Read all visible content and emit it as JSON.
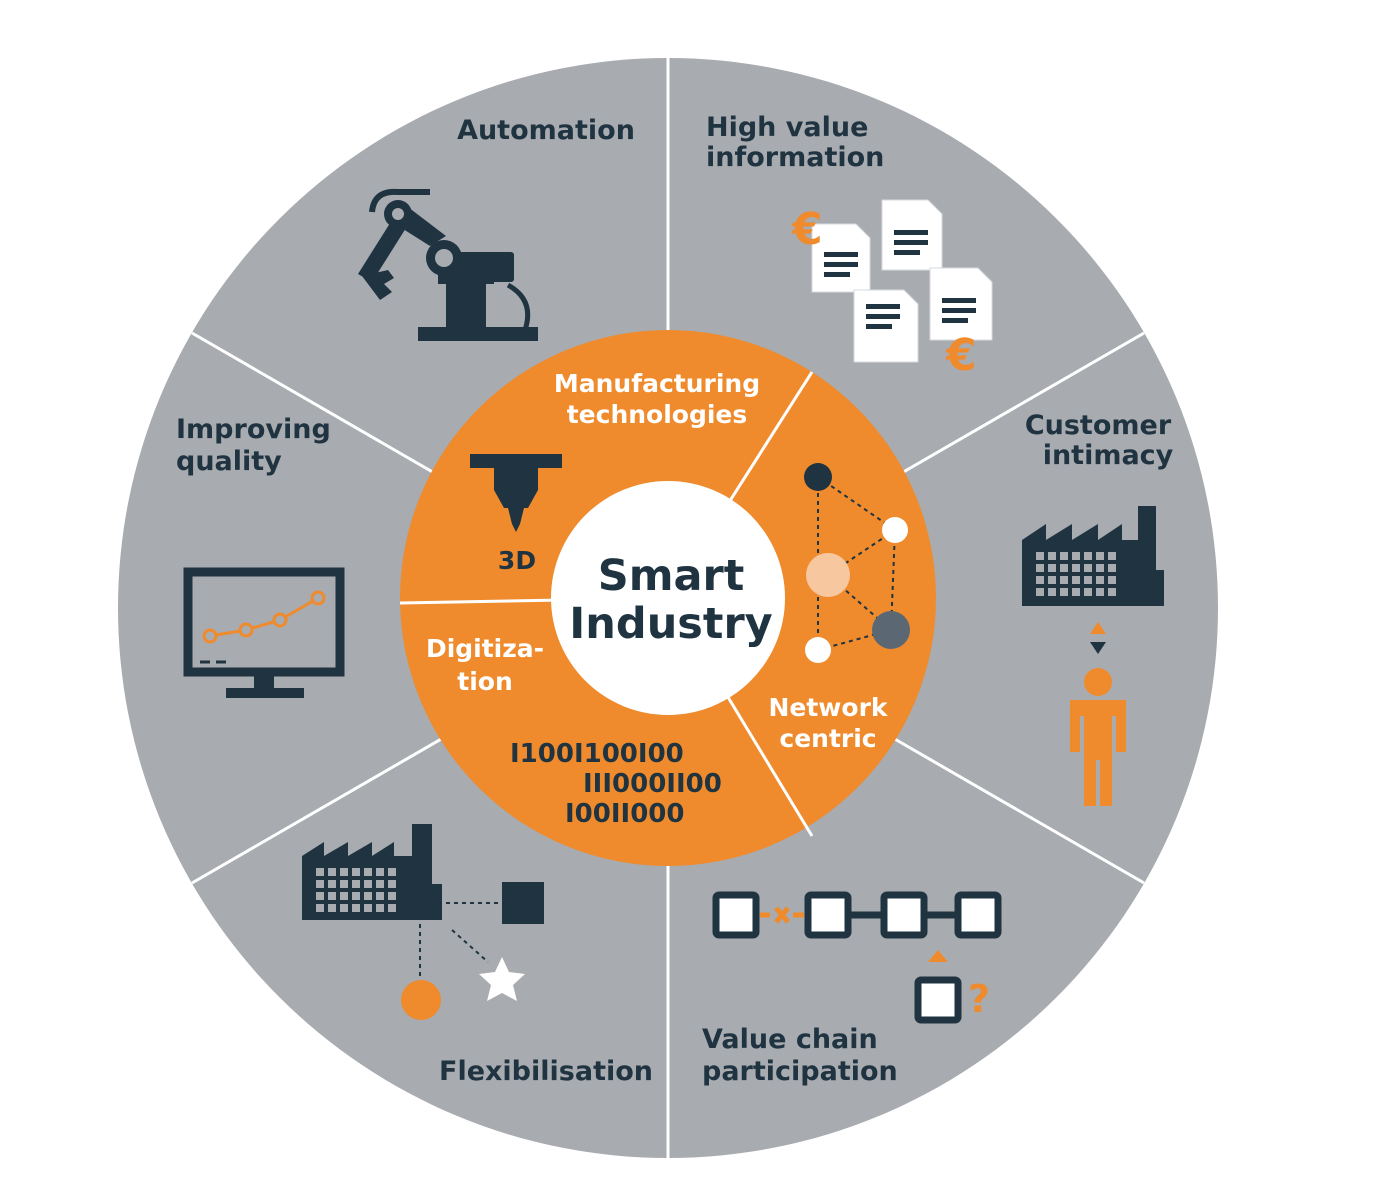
{
  "center": {
    "line1": "Smart",
    "line2": "Industry"
  },
  "inner_segments": {
    "manufacturing": {
      "line1": "Manufacturing",
      "line2": "technologies",
      "icon_label": "3D"
    },
    "network": {
      "line1": "Network",
      "line2": "centric"
    },
    "digitization": {
      "line1": "Digitiza-",
      "line2": "tion",
      "binary": [
        "I100I100I00",
        "III000II00",
        "I00II000"
      ]
    }
  },
  "outer_segments": {
    "automation": {
      "label": "Automation"
    },
    "high_value": {
      "line1": "High value",
      "line2": "information",
      "symbol": "€"
    },
    "customer": {
      "line1": "Customer",
      "line2": "intimacy"
    },
    "value_chain": {
      "line1": "Value chain",
      "line2": "participation",
      "symbol": "?"
    },
    "flexibilisation": {
      "label": "Flexibilisation"
    },
    "quality": {
      "line1": "Improving",
      "line2": "quality"
    }
  },
  "colors": {
    "outer_ring": "#a8abb0",
    "inner_ring": "#ef8b2c",
    "center": "#ffffff",
    "dark_icon": "#1f3340",
    "accent": "#ef8b2c"
  },
  "icons": [
    "robot-arm-icon",
    "documents-icon",
    "factory-icon",
    "person-icon",
    "chain-icon",
    "factory-network-icon",
    "monitor-chart-icon",
    "3d-printer-icon",
    "network-graph-icon"
  ]
}
